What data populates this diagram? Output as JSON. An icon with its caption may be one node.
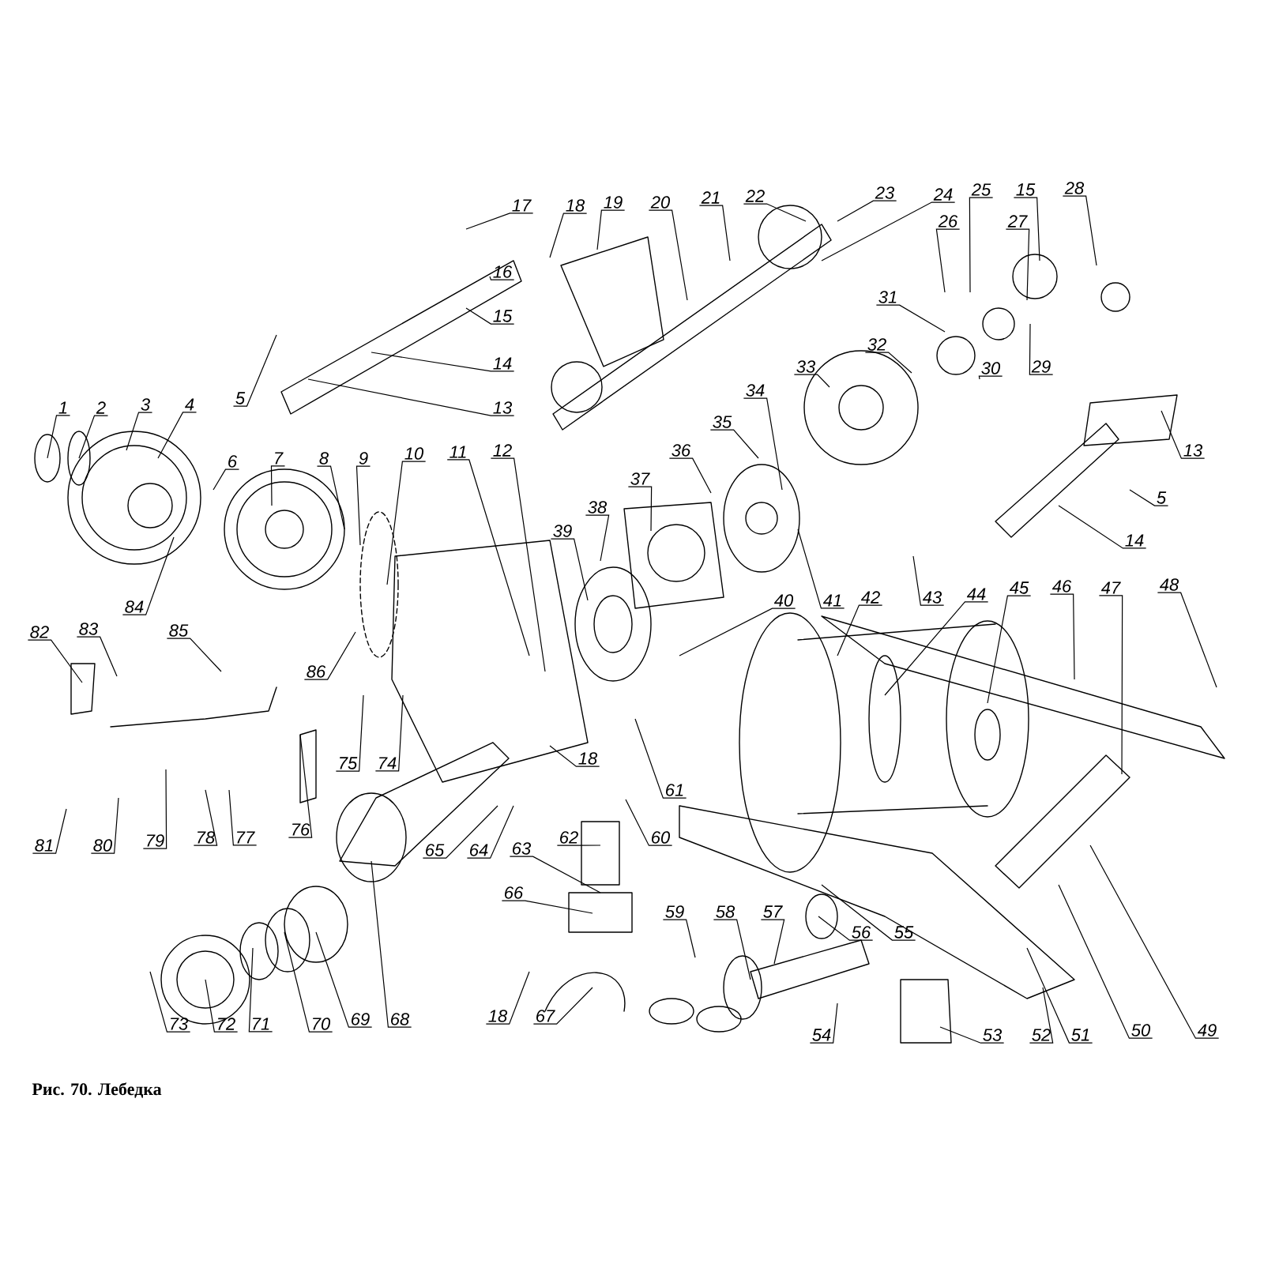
{
  "diagram": {
    "caption": "Рис. 70. Лебедка",
    "nodes": [
      {
        "text": [
          "1"
        ]
      },
      {
        "text": [
          "2"
        ]
      },
      {
        "text": [
          "3"
        ]
      },
      {
        "text": [
          "4"
        ]
      },
      {
        "text": [
          "5"
        ]
      },
      {
        "text": [
          "6"
        ]
      },
      {
        "text": [
          "7"
        ]
      },
      {
        "text": [
          "8"
        ]
      },
      {
        "text": [
          "9"
        ]
      },
      {
        "text": [
          "10"
        ]
      },
      {
        "text": [
          "11"
        ]
      },
      {
        "text": [
          "12"
        ]
      },
      {
        "text": [
          "13"
        ]
      },
      {
        "text": [
          "14"
        ]
      },
      {
        "text": [
          "15"
        ]
      },
      {
        "text": [
          "16"
        ]
      },
      {
        "text": [
          "17"
        ]
      },
      {
        "text": [
          "18"
        ]
      },
      {
        "text": [
          "19"
        ]
      },
      {
        "text": [
          "20"
        ]
      },
      {
        "text": [
          "21"
        ]
      },
      {
        "text": [
          "22"
        ]
      },
      {
        "text": [
          "23"
        ]
      },
      {
        "text": [
          "24"
        ]
      },
      {
        "text": [
          "25"
        ]
      },
      {
        "text": [
          "26"
        ]
      },
      {
        "text": [
          "27"
        ]
      },
      {
        "text": [
          "15"
        ]
      },
      {
        "text": [
          "28"
        ]
      },
      {
        "text": [
          "29"
        ]
      },
      {
        "text": [
          "30"
        ]
      },
      {
        "text": [
          "31"
        ]
      },
      {
        "text": [
          "32"
        ]
      },
      {
        "text": [
          "33"
        ]
      },
      {
        "text": [
          "34"
        ]
      },
      {
        "text": [
          "35"
        ]
      },
      {
        "text": [
          "36"
        ]
      },
      {
        "text": [
          "37"
        ]
      },
      {
        "text": [
          "38"
        ]
      },
      {
        "text": [
          "39"
        ]
      },
      {
        "text": [
          "40"
        ]
      },
      {
        "text": [
          "41"
        ]
      },
      {
        "text": [
          "42"
        ]
      },
      {
        "text": [
          "43"
        ]
      },
      {
        "text": [
          "44"
        ]
      },
      {
        "text": [
          "45"
        ]
      },
      {
        "text": [
          "46"
        ]
      },
      {
        "text": [
          "47"
        ]
      },
      {
        "text": [
          "48"
        ]
      },
      {
        "text": [
          "49"
        ]
      },
      {
        "text": [
          "50"
        ]
      },
      {
        "text": [
          "51"
        ]
      },
      {
        "text": [
          "52"
        ]
      },
      {
        "text": [
          "53"
        ]
      },
      {
        "text": [
          "54"
        ]
      },
      {
        "text": [
          "55"
        ]
      },
      {
        "text": [
          "56"
        ]
      },
      {
        "text": [
          "57"
        ]
      },
      {
        "text": [
          "58"
        ]
      },
      {
        "text": [
          "59"
        ]
      },
      {
        "text": [
          "60"
        ]
      },
      {
        "text": [
          "61"
        ]
      },
      {
        "text": [
          "62"
        ]
      },
      {
        "text": [
          "63"
        ]
      },
      {
        "text": [
          "64"
        ]
      },
      {
        "text": [
          "65"
        ]
      },
      {
        "text": [
          "66"
        ]
      },
      {
        "text": [
          "67"
        ]
      },
      {
        "text": [
          "68"
        ]
      },
      {
        "text": [
          "69"
        ]
      },
      {
        "text": [
          "70"
        ]
      },
      {
        "text": [
          "71"
        ]
      },
      {
        "text": [
          "72"
        ]
      },
      {
        "text": [
          "73"
        ]
      },
      {
        "text": [
          "74"
        ]
      },
      {
        "text": [
          "75"
        ]
      },
      {
        "text": [
          "76"
        ]
      },
      {
        "text": [
          "77"
        ]
      },
      {
        "text": [
          "78"
        ]
      },
      {
        "text": [
          "79"
        ]
      },
      {
        "text": [
          "80"
        ]
      },
      {
        "text": [
          "81"
        ]
      },
      {
        "text": [
          "82"
        ]
      },
      {
        "text": [
          "83"
        ]
      },
      {
        "text": [
          "84"
        ]
      },
      {
        "text": [
          "85"
        ]
      },
      {
        "text": [
          "86"
        ]
      },
      {
        "text": [
          "18"
        ]
      },
      {
        "text": [
          "18"
        ]
      },
      {
        "text": [
          "13"
        ]
      },
      {
        "text": [
          "5"
        ]
      },
      {
        "text": [
          "14"
        ]
      }
    ],
    "edges": [
      {
        "from": 0,
        "to": null,
        "arrow": "none"
      },
      {
        "from": 1,
        "to": null,
        "arrow": "none"
      },
      {
        "from": 2,
        "to": null,
        "arrow": "none"
      },
      {
        "from": 3,
        "to": null,
        "arrow": "none"
      },
      {
        "from": 4,
        "to": null,
        "arrow": "none"
      },
      {
        "from": 5,
        "to": null,
        "arrow": "none"
      },
      {
        "from": 6,
        "to": null,
        "arrow": "none"
      },
      {
        "from": 7,
        "to": null,
        "arrow": "none"
      },
      {
        "from": 8,
        "to": null,
        "arrow": "none"
      },
      {
        "from": 9,
        "to": null,
        "arrow": "none"
      },
      {
        "from": 10,
        "to": null,
        "arrow": "none"
      },
      {
        "from": 11,
        "to": null,
        "arrow": "none"
      },
      {
        "from": 12,
        "to": null,
        "arrow": "none"
      },
      {
        "from": 13,
        "to": null,
        "arrow": "none"
      },
      {
        "from": 14,
        "to": null,
        "arrow": "none"
      },
      {
        "from": 15,
        "to": null,
        "arrow": "none"
      },
      {
        "from": 16,
        "to": null,
        "arrow": "none"
      },
      {
        "from": 17,
        "to": null,
        "arrow": "none"
      },
      {
        "from": 18,
        "to": null,
        "arrow": "none"
      },
      {
        "from": 19,
        "to": null,
        "arrow": "none"
      },
      {
        "from": 20,
        "to": null,
        "arrow": "none"
      },
      {
        "from": 21,
        "to": null,
        "arrow": "none"
      },
      {
        "from": 22,
        "to": null,
        "arrow": "none"
      },
      {
        "from": 23,
        "to": null,
        "arrow": "none"
      },
      {
        "from": 24,
        "to": null,
        "arrow": "none"
      },
      {
        "from": 25,
        "to": null,
        "arrow": "none"
      },
      {
        "from": 26,
        "to": null,
        "arrow": "none"
      },
      {
        "from": 27,
        "to": null,
        "arrow": "none"
      },
      {
        "from": 28,
        "to": null,
        "arrow": "none"
      },
      {
        "from": 29,
        "to": null,
        "arrow": "none"
      },
      {
        "from": 30,
        "to": null,
        "arrow": "none"
      },
      {
        "from": 31,
        "to": null,
        "arrow": "none"
      },
      {
        "from": 32,
        "to": null,
        "arrow": "none"
      },
      {
        "from": 33,
        "to": null,
        "arrow": "none"
      },
      {
        "from": 34,
        "to": null,
        "arrow": "none"
      },
      {
        "from": 35,
        "to": null,
        "arrow": "none"
      },
      {
        "from": 36,
        "to": null,
        "arrow": "none"
      },
      {
        "from": 37,
        "to": null,
        "arrow": "none"
      },
      {
        "from": 38,
        "to": null,
        "arrow": "none"
      },
      {
        "from": 39,
        "to": null,
        "arrow": "none"
      },
      {
        "from": 40,
        "to": null,
        "arrow": "none"
      },
      {
        "from": 41,
        "to": null,
        "arrow": "none"
      },
      {
        "from": 42,
        "to": null,
        "arrow": "none"
      },
      {
        "from": 43,
        "to": null,
        "arrow": "none"
      },
      {
        "from": 44,
        "to": null,
        "arrow": "none"
      },
      {
        "from": 45,
        "to": null,
        "arrow": "none"
      },
      {
        "from": 46,
        "to": null,
        "arrow": "none"
      },
      {
        "from": 47,
        "to": null,
        "arrow": "none"
      },
      {
        "from": 48,
        "to": null,
        "arrow": "none"
      },
      {
        "from": 49,
        "to": null,
        "arrow": "none"
      },
      {
        "from": 50,
        "to": null,
        "arrow": "none"
      },
      {
        "from": 51,
        "to": null,
        "arrow": "none"
      },
      {
        "from": 52,
        "to": null,
        "arrow": "none"
      },
      {
        "from": 53,
        "to": null,
        "arrow": "none"
      },
      {
        "from": 54,
        "to": null,
        "arrow": "none"
      },
      {
        "from": 55,
        "to": null,
        "arrow": "none"
      },
      {
        "from": 56,
        "to": null,
        "arrow": "none"
      },
      {
        "from": 57,
        "to": null,
        "arrow": "none"
      },
      {
        "from": 58,
        "to": null,
        "arrow": "none"
      },
      {
        "from": 59,
        "to": null,
        "arrow": "none"
      },
      {
        "from": 60,
        "to": null,
        "arrow": "none"
      },
      {
        "from": 61,
        "to": null,
        "arrow": "none"
      },
      {
        "from": 62,
        "to": null,
        "arrow": "none"
      },
      {
        "from": 63,
        "to": null,
        "arrow": "none"
      },
      {
        "from": 64,
        "to": null,
        "arrow": "none"
      },
      {
        "from": 65,
        "to": null,
        "arrow": "none"
      },
      {
        "from": 66,
        "to": null,
        "arrow": "none"
      },
      {
        "from": 67,
        "to": null,
        "arrow": "none"
      },
      {
        "from": 68,
        "to": null,
        "arrow": "none"
      },
      {
        "from": 69,
        "to": null,
        "arrow": "none"
      },
      {
        "from": 70,
        "to": null,
        "arrow": "none"
      },
      {
        "from": 71,
        "to": null,
        "arrow": "none"
      },
      {
        "from": 72,
        "to": null,
        "arrow": "none"
      },
      {
        "from": 73,
        "to": null,
        "arrow": "none"
      },
      {
        "from": 74,
        "to": null,
        "arrow": "none"
      },
      {
        "from": 75,
        "to": null,
        "arrow": "none"
      },
      {
        "from": 76,
        "to": null,
        "arrow": "none"
      },
      {
        "from": 77,
        "to": null,
        "arrow": "none"
      },
      {
        "from": 78,
        "to": null,
        "arrow": "none"
      },
      {
        "from": 79,
        "to": null,
        "arrow": "none"
      },
      {
        "from": 80,
        "to": null,
        "arrow": "none"
      },
      {
        "from": 81,
        "to": null,
        "arrow": "none"
      },
      {
        "from": 82,
        "to": null,
        "arrow": "none"
      },
      {
        "from": 83,
        "to": null,
        "arrow": "none"
      },
      {
        "from": 84,
        "to": null,
        "arrow": "none"
      },
      {
        "from": 85,
        "to": null,
        "arrow": "none"
      },
      {
        "from": 86,
        "to": null,
        "arrow": "none"
      },
      {
        "from": 87,
        "to": null,
        "arrow": "none"
      },
      {
        "from": 88,
        "to": null,
        "arrow": "none"
      },
      {
        "from": 89,
        "to": null,
        "arrow": "none"
      },
      {
        "from": 90,
        "to": null,
        "arrow": "none"
      },
      {
        "from": 91,
        "to": null,
        "arrow": "none"
      }
    ]
  }
}
